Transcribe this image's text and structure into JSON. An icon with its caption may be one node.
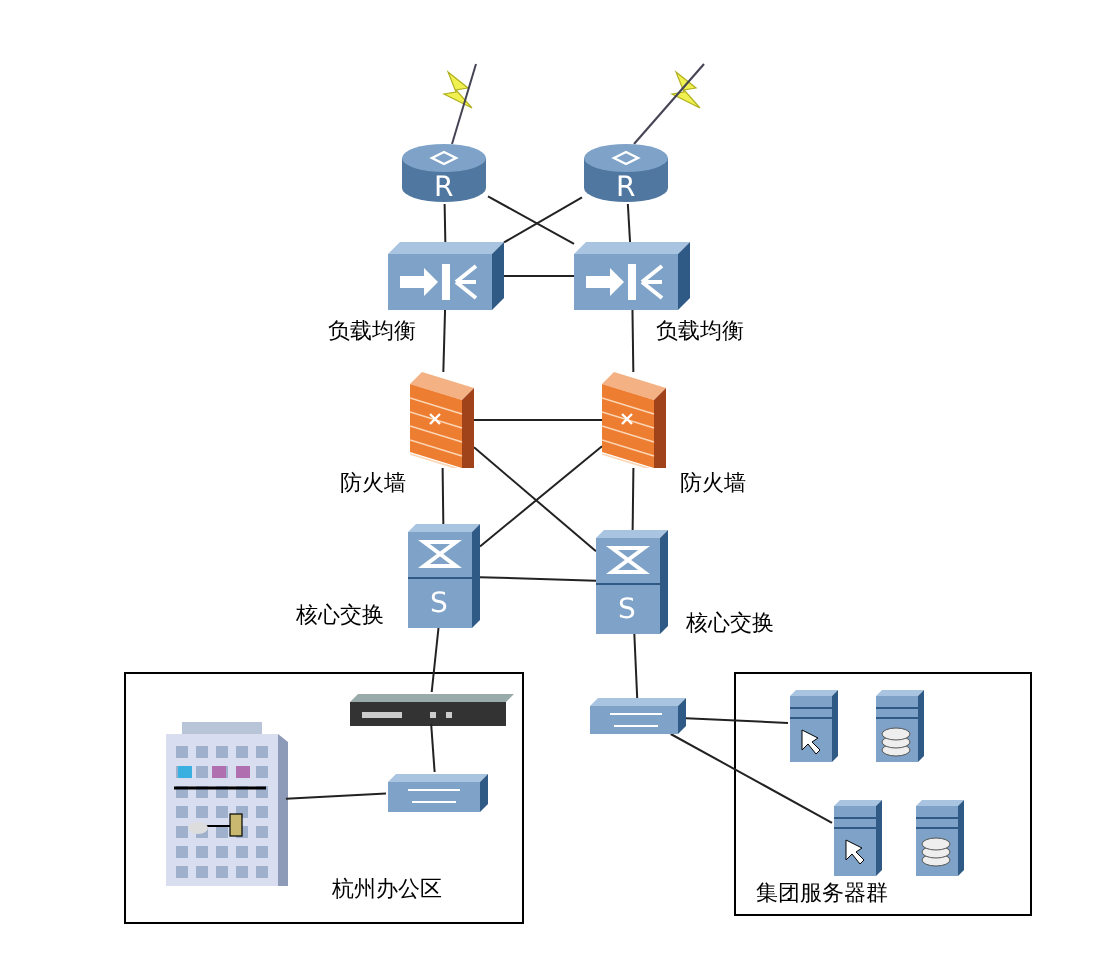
{
  "diagram": {
    "nodes": [
      {
        "text": [
          "R"
        ]
      },
      {
        "text": [
          "R"
        ]
      },
      {
        "text": [],
        "shape": "picture",
        "beside": [
          "负载均衡"
        ]
      },
      {
        "text": [],
        "shape": "picture",
        "beside": [
          "负载均衡"
        ]
      },
      {
        "text": [],
        "shape": "picture",
        "beside": [
          "防火墙"
        ]
      },
      {
        "text": [],
        "shape": "picture",
        "beside": [
          "防火墙"
        ]
      },
      {
        "text": [
          "S"
        ],
        "beside": [
          "核心交换"
        ]
      },
      {
        "text": [
          "S"
        ],
        "beside": [
          "核心交换"
        ]
      },
      {
        "text": [
          "杭州办公区"
        ]
      },
      {
        "text": [],
        "shape": "picture",
        "in": 8
      },
      {
        "text": [],
        "shape": "picture",
        "in": 8
      },
      {
        "text": [],
        "shape": "picture",
        "in": 8
      },
      {
        "text": [],
        "shape": "picture"
      },
      {
        "text": [
          "集团服务器群"
        ]
      },
      {
        "text": [],
        "shape": "picture",
        "in": 13
      },
      {
        "text": [],
        "shape": "picture",
        "in": 13
      },
      {
        "text": [],
        "shape": "picture",
        "in": 13
      },
      {
        "text": [],
        "shape": "picture",
        "in": 13
      }
    ],
    "edges": [
      {
        "from": 0,
        "to": 2,
        "arrow": "none"
      },
      {
        "from": 0,
        "to": 3,
        "arrow": "none"
      },
      {
        "from": 1,
        "to": 2,
        "arrow": "none"
      },
      {
        "from": 1,
        "to": 3,
        "arrow": "none"
      },
      {
        "from": 2,
        "to": 3,
        "arrow": "none"
      },
      {
        "from": 2,
        "to": 4,
        "arrow": "none"
      },
      {
        "from": 3,
        "to": 5,
        "arrow": "none"
      },
      {
        "from": 4,
        "to": 5,
        "arrow": "none"
      },
      {
        "from": 4,
        "to": 6,
        "arrow": "none"
      },
      {
        "from": 4,
        "to": 7,
        "arrow": "none"
      },
      {
        "from": 5,
        "to": 6,
        "arrow": "none"
      },
      {
        "from": 5,
        "to": 7,
        "arrow": "none"
      },
      {
        "from": 6,
        "to": 7,
        "arrow": "none"
      },
      {
        "from": 6,
        "to": 10,
        "arrow": "none"
      },
      {
        "from": 10,
        "to": 11,
        "arrow": "none"
      },
      {
        "from": 9,
        "to": 11,
        "arrow": "none"
      },
      {
        "from": 7,
        "to": 12,
        "arrow": "none"
      },
      {
        "from": 12,
        "to": 14,
        "arrow": "none"
      },
      {
        "from": 12,
        "to": 16,
        "arrow": "none"
      }
    ]
  }
}
